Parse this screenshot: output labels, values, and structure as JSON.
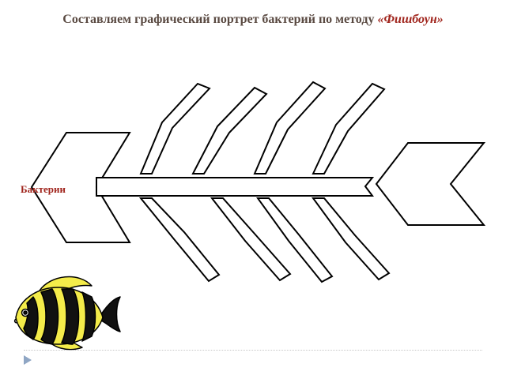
{
  "header": {
    "title_main": "Составляем графический портрет бактерий по методу ",
    "title_accent": "«Фишбоун»"
  },
  "diagram": {
    "head_label": "Бактерии"
  },
  "colors": {
    "title_text": "#5a4a42",
    "accent": "#a0241c",
    "stroke": "#000000",
    "fish_yellow": "#f4ec4a",
    "nav_arrow": "#8fa6c4"
  },
  "icons": [
    "fish-illustration",
    "nav-arrow-icon"
  ]
}
